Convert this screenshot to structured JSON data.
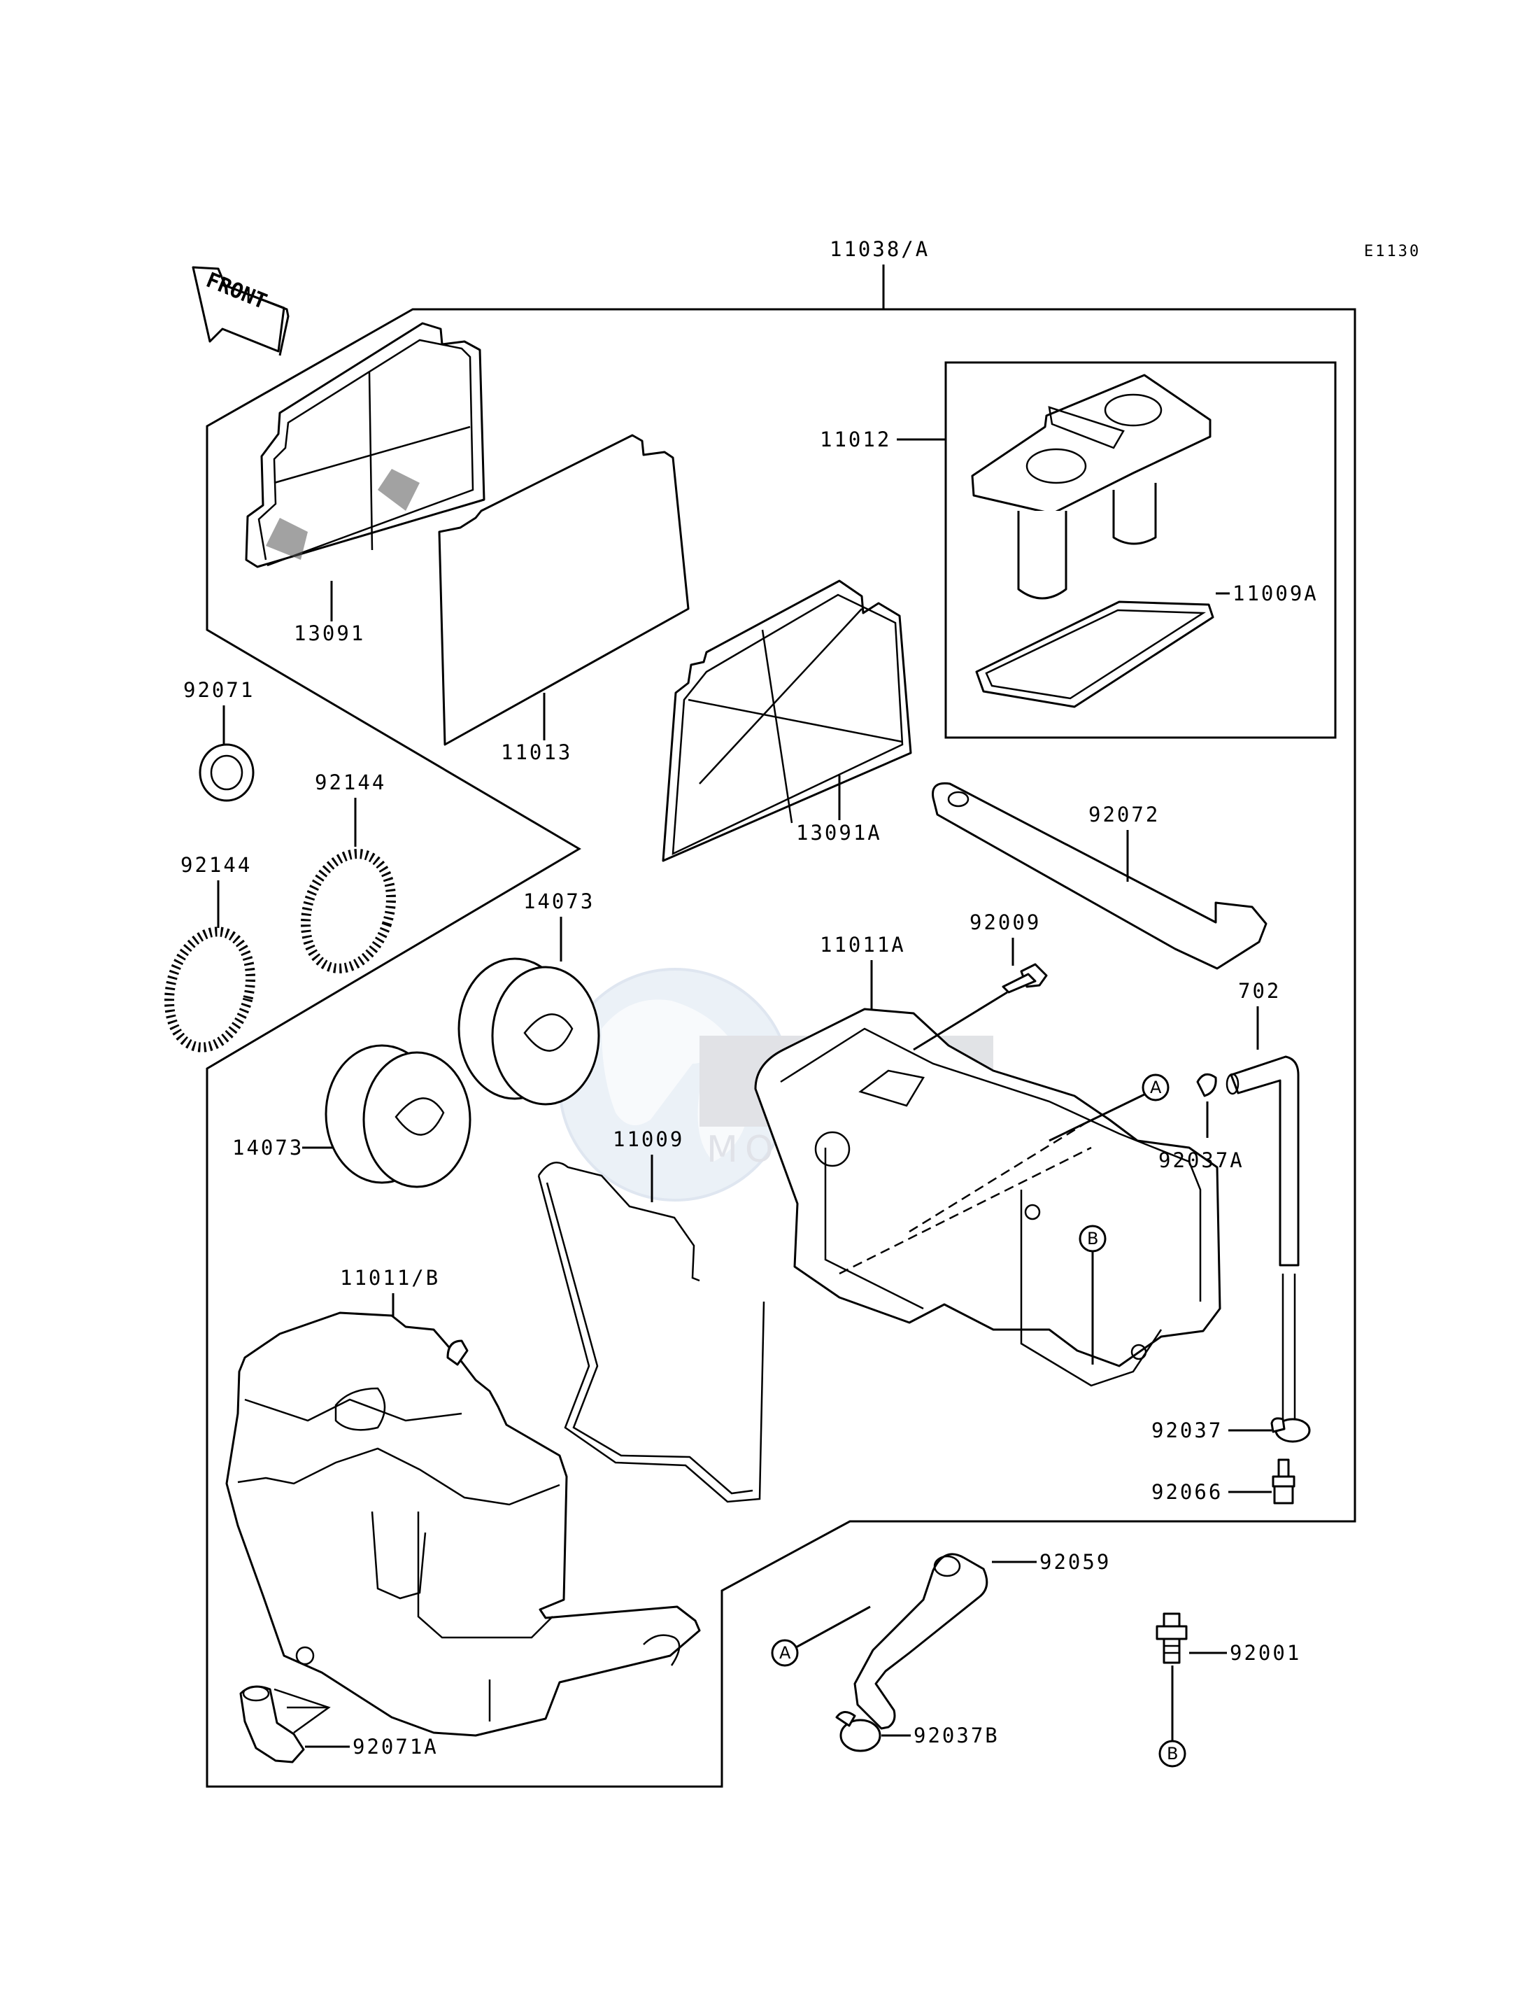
{
  "diagram_code": "E1130",
  "front_label": "FRONT",
  "watermark": {
    "brand_text": "MOTARPARTS",
    "icon": "globe-logo"
  },
  "circle_refs": {
    "a": "A",
    "b": "B"
  },
  "part_labels": {
    "p11038A": "11038/A",
    "p11012": "11012",
    "p11009A": "11009A",
    "p13091": "13091",
    "p11013": "11013",
    "p13091A": "13091A",
    "p92071": "92071",
    "p92144_upper": "92144",
    "p92144_lower": "92144",
    "p14073_upper": "14073",
    "p14073_lower": "14073",
    "p92072": "92072",
    "p11011A": "11011A",
    "p92009": "92009",
    "p702": "702",
    "p92037A": "92037A",
    "p11009": "11009",
    "p11011B": "11011/B",
    "p92037": "92037",
    "p92066": "92066",
    "p92059": "92059",
    "p92001": "92001",
    "p92037B": "92037B",
    "p92071A": "92071A"
  }
}
